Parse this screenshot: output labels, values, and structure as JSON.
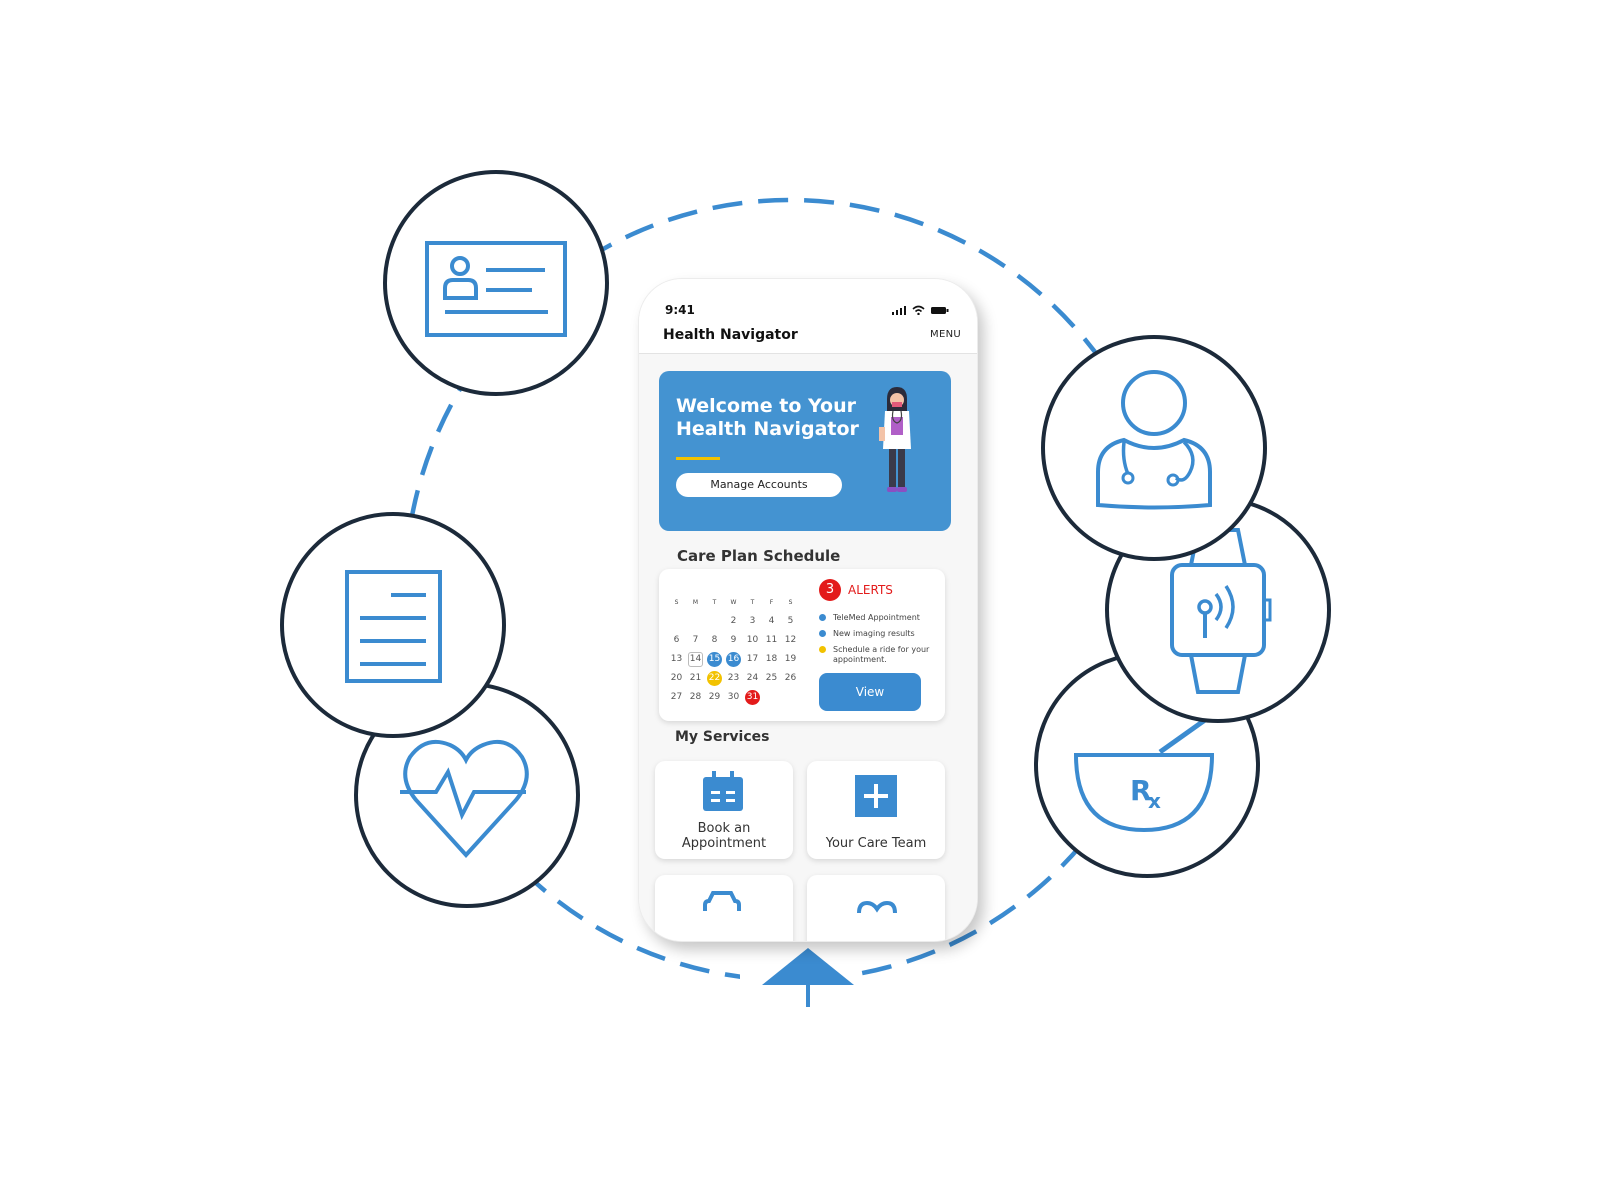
{
  "status_bar": {
    "time": "9:41"
  },
  "app_bar": {
    "title": "Health Navigator",
    "menu_label": "MENU"
  },
  "hero": {
    "title_line1": "Welcome to Your",
    "title_line2": "Health Navigator",
    "button_label": "Manage Accounts"
  },
  "care_plan": {
    "section_title": "Care Plan Schedule",
    "calendar": {
      "weekdays": [
        "S",
        "M",
        "T",
        "W",
        "T",
        "F",
        "S"
      ],
      "weeks": [
        [
          "",
          "",
          "",
          "2",
          "3",
          "4",
          "5"
        ],
        [
          "6",
          "7",
          "8",
          "9",
          "10",
          "11",
          "12"
        ],
        [
          "13",
          "14",
          "15",
          "16",
          "17",
          "18",
          "19"
        ],
        [
          "20",
          "21",
          "22",
          "23",
          "24",
          "25",
          "26"
        ],
        [
          "27",
          "28",
          "29",
          "30",
          "31",
          "",
          ""
        ]
      ],
      "highlight_blue": [
        "15",
        "16"
      ],
      "highlight_yellow": [
        "22"
      ],
      "highlight_red": [
        "31"
      ],
      "boxed": [
        "14"
      ]
    },
    "alerts": {
      "count": "3",
      "title": "ALERTS",
      "items": [
        {
          "text": "TeleMed Appointment",
          "color": "#3b8bd0"
        },
        {
          "text": "New imaging results",
          "color": "#3b8bd0"
        },
        {
          "text": "Schedule a ride for your appointment.",
          "color": "#f2c200"
        }
      ],
      "view_label": "View"
    }
  },
  "services": {
    "section_title": "My Services",
    "items": [
      {
        "label_line1": "Book an",
        "label_line2": "Appointment",
        "icon": "calendar-icon"
      },
      {
        "label_line1": "",
        "label_line2": "Your Care Team",
        "icon": "plus-icon"
      }
    ]
  },
  "orbit_icons": [
    "id-card-icon",
    "document-icon",
    "heart-pulse-icon",
    "doctor-icon",
    "smartwatch-icon",
    "prescription-bowl-icon",
    "umbrella-icon"
  ],
  "colors": {
    "accent": "#3b8bd0",
    "outline": "#1c2a3a",
    "alert": "#e31b1b",
    "highlight": "#f2c200"
  }
}
